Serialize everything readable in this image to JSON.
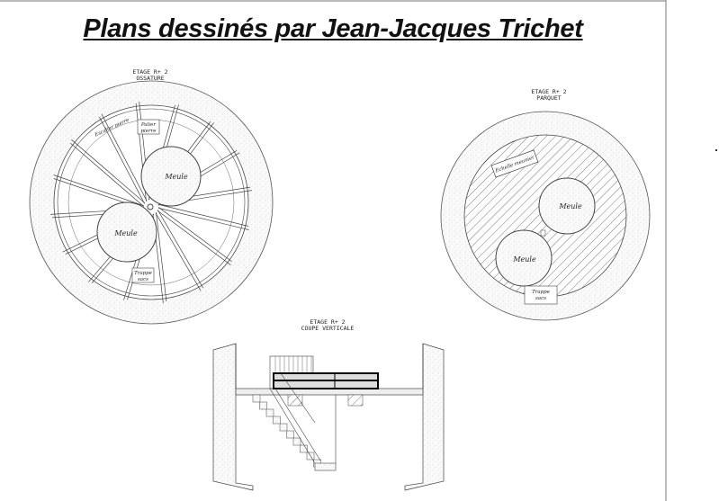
{
  "title": "Plans dessinés par Jean-Jacques Trichet",
  "plans": {
    "ossature": {
      "heading_1": "ETAGE R+ 2",
      "heading_2": "OSSATURE",
      "meule_1": "Meule",
      "meule_2": "Meule",
      "escalier": "Escalier pierre",
      "palier_1": "Palier",
      "palier_2": "pierre",
      "trappe_1": "Trappe",
      "trappe_2": "sacs"
    },
    "parquet": {
      "heading_1": "ETAGE R+ 2",
      "heading_2": "PARQUET",
      "meule_1": "Meule",
      "meule_2": "Meule",
      "echelle": "Echelle meunier",
      "trappe_1": "Trappe",
      "trappe_2": "sacs"
    },
    "coupe": {
      "heading_1": "ETAGE R+ 2",
      "heading_2": "COUPE VERTICALE"
    }
  }
}
